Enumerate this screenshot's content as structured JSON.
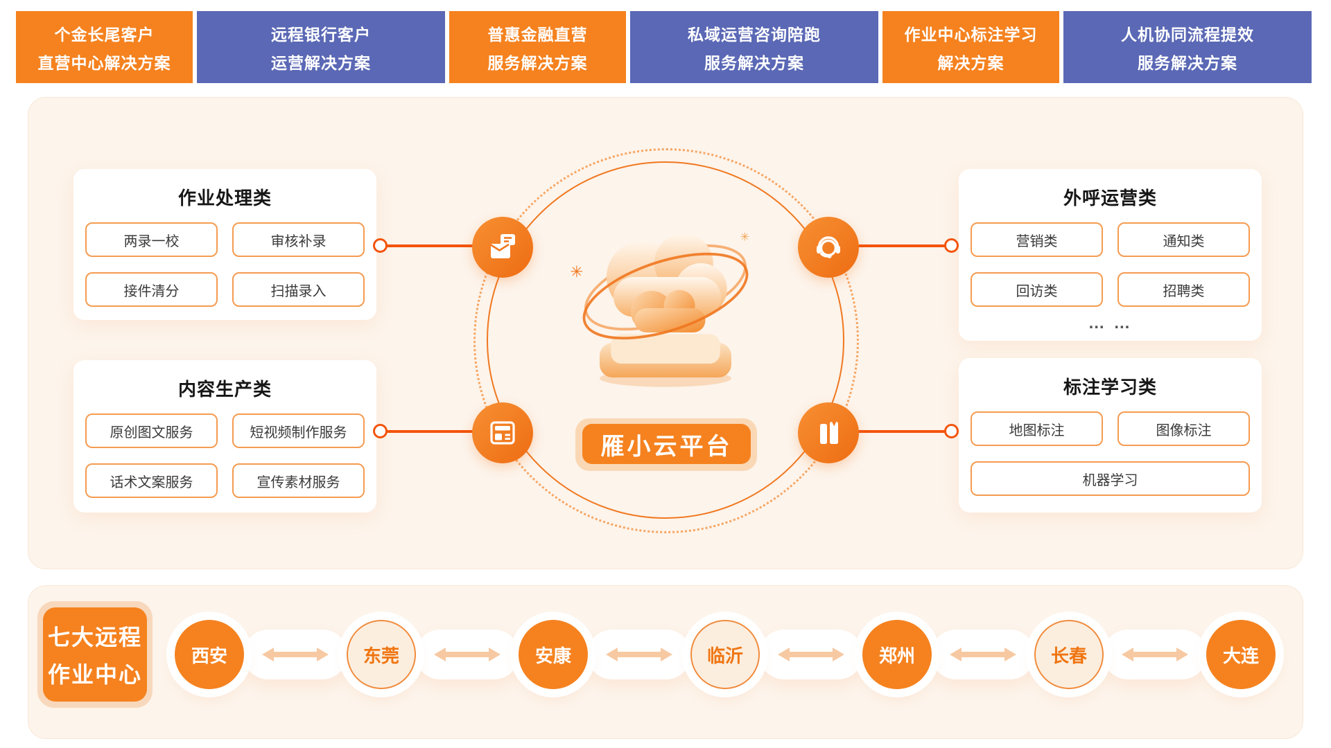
{
  "solution_tabs": [
    {
      "line1": "个金长尾客户",
      "line2": "直营中心解决方案",
      "color": "orange"
    },
    {
      "line1": "远程银行客户",
      "line2": "运营解决方案",
      "color": "blue"
    },
    {
      "line1": "普惠金融直营",
      "line2": "服务解决方案",
      "color": "orange"
    },
    {
      "line1": "私域运营咨询陪跑",
      "line2": "服务解决方案",
      "color": "blue"
    },
    {
      "line1": "作业中心标注学习",
      "line2": "解决方案",
      "color": "orange"
    },
    {
      "line1": "人机协同流程提效",
      "line2": "服务解决方案",
      "color": "blue"
    }
  ],
  "platform": {
    "label": "雁小云平台"
  },
  "capability_cards": [
    {
      "key": "operation-processing",
      "title": "作业处理类",
      "icon": "mail-document-icon",
      "items": [
        "两录一校",
        "审核补录",
        "接件清分",
        "扫描录入"
      ]
    },
    {
      "key": "content-production",
      "title": "内容生产类",
      "icon": "newspaper-icon",
      "items": [
        "原创图文服务",
        "短视频制作服务",
        "话术文案服务",
        "宣传素材服务"
      ]
    },
    {
      "key": "outbound-operation",
      "title": "外呼运营类",
      "icon": "headset-icon",
      "items": [
        "营销类",
        "通知类",
        "回访类",
        "招聘类"
      ],
      "ellipsis": "… …"
    },
    {
      "key": "annotation-learning",
      "title": "标注学习类",
      "icon": "books-icon",
      "items": [
        "地图标注",
        "图像标注"
      ],
      "wide_item": "机器学习"
    }
  ],
  "remote_centers": {
    "badge_line1": "七大远程",
    "badge_line2": "作业中心",
    "cities": [
      {
        "name": "西安",
        "style": "solid"
      },
      {
        "name": "东莞",
        "style": "light"
      },
      {
        "name": "安康",
        "style": "solid"
      },
      {
        "name": "临沂",
        "style": "light"
      },
      {
        "name": "郑州",
        "style": "solid"
      },
      {
        "name": "长春",
        "style": "light"
      },
      {
        "name": "大连",
        "style": "solid"
      }
    ]
  },
  "colors": {
    "tab_orange": "#F5821F",
    "tab_blue": "#5A68B5",
    "connector_orange": "#F2540C",
    "panel_bg": "#FDF4EB",
    "pill_border": "#F59B50",
    "light_circle_bg": "#FCEEDE",
    "light_circle_border": "#F08B3D",
    "light_circle_text": "#EF7512",
    "arrow": "#F7C9A2"
  }
}
